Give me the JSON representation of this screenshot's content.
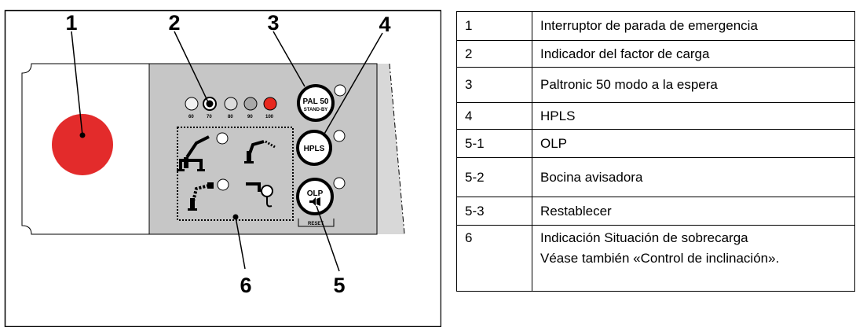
{
  "callouts": [
    "1",
    "2",
    "3",
    "4",
    "5",
    "6"
  ],
  "panel": {
    "load_scale": [
      "60",
      "70",
      "80",
      "90",
      "100"
    ],
    "pal_button": [
      "PAL 50",
      "STAND-BY"
    ],
    "hpls_button": "HPLS",
    "olp_button": "OLP",
    "reset_label": "RESET"
  },
  "legend": [
    {
      "num": "1",
      "desc": "Interruptor de parada de emergencia"
    },
    {
      "num": "2",
      "desc": "Indicador del factor de carga"
    },
    {
      "num": "3",
      "desc": "Paltronic 50 modo a la espera"
    },
    {
      "num": "4",
      "desc": "HPLS"
    },
    {
      "num": "5-1",
      "desc": "OLP"
    },
    {
      "num": "5-2",
      "desc": "Bocina avisadora"
    },
    {
      "num": "5-3",
      "desc": "Restablecer"
    },
    {
      "num": "6",
      "desc": "Indicación Situación de sobrecarga",
      "desc2": "Véase también «Control de inclinación»."
    }
  ],
  "colors": {
    "panel": "#c6c6c6",
    "emergency": "#e32b2b",
    "led_red": "#e8281e"
  }
}
